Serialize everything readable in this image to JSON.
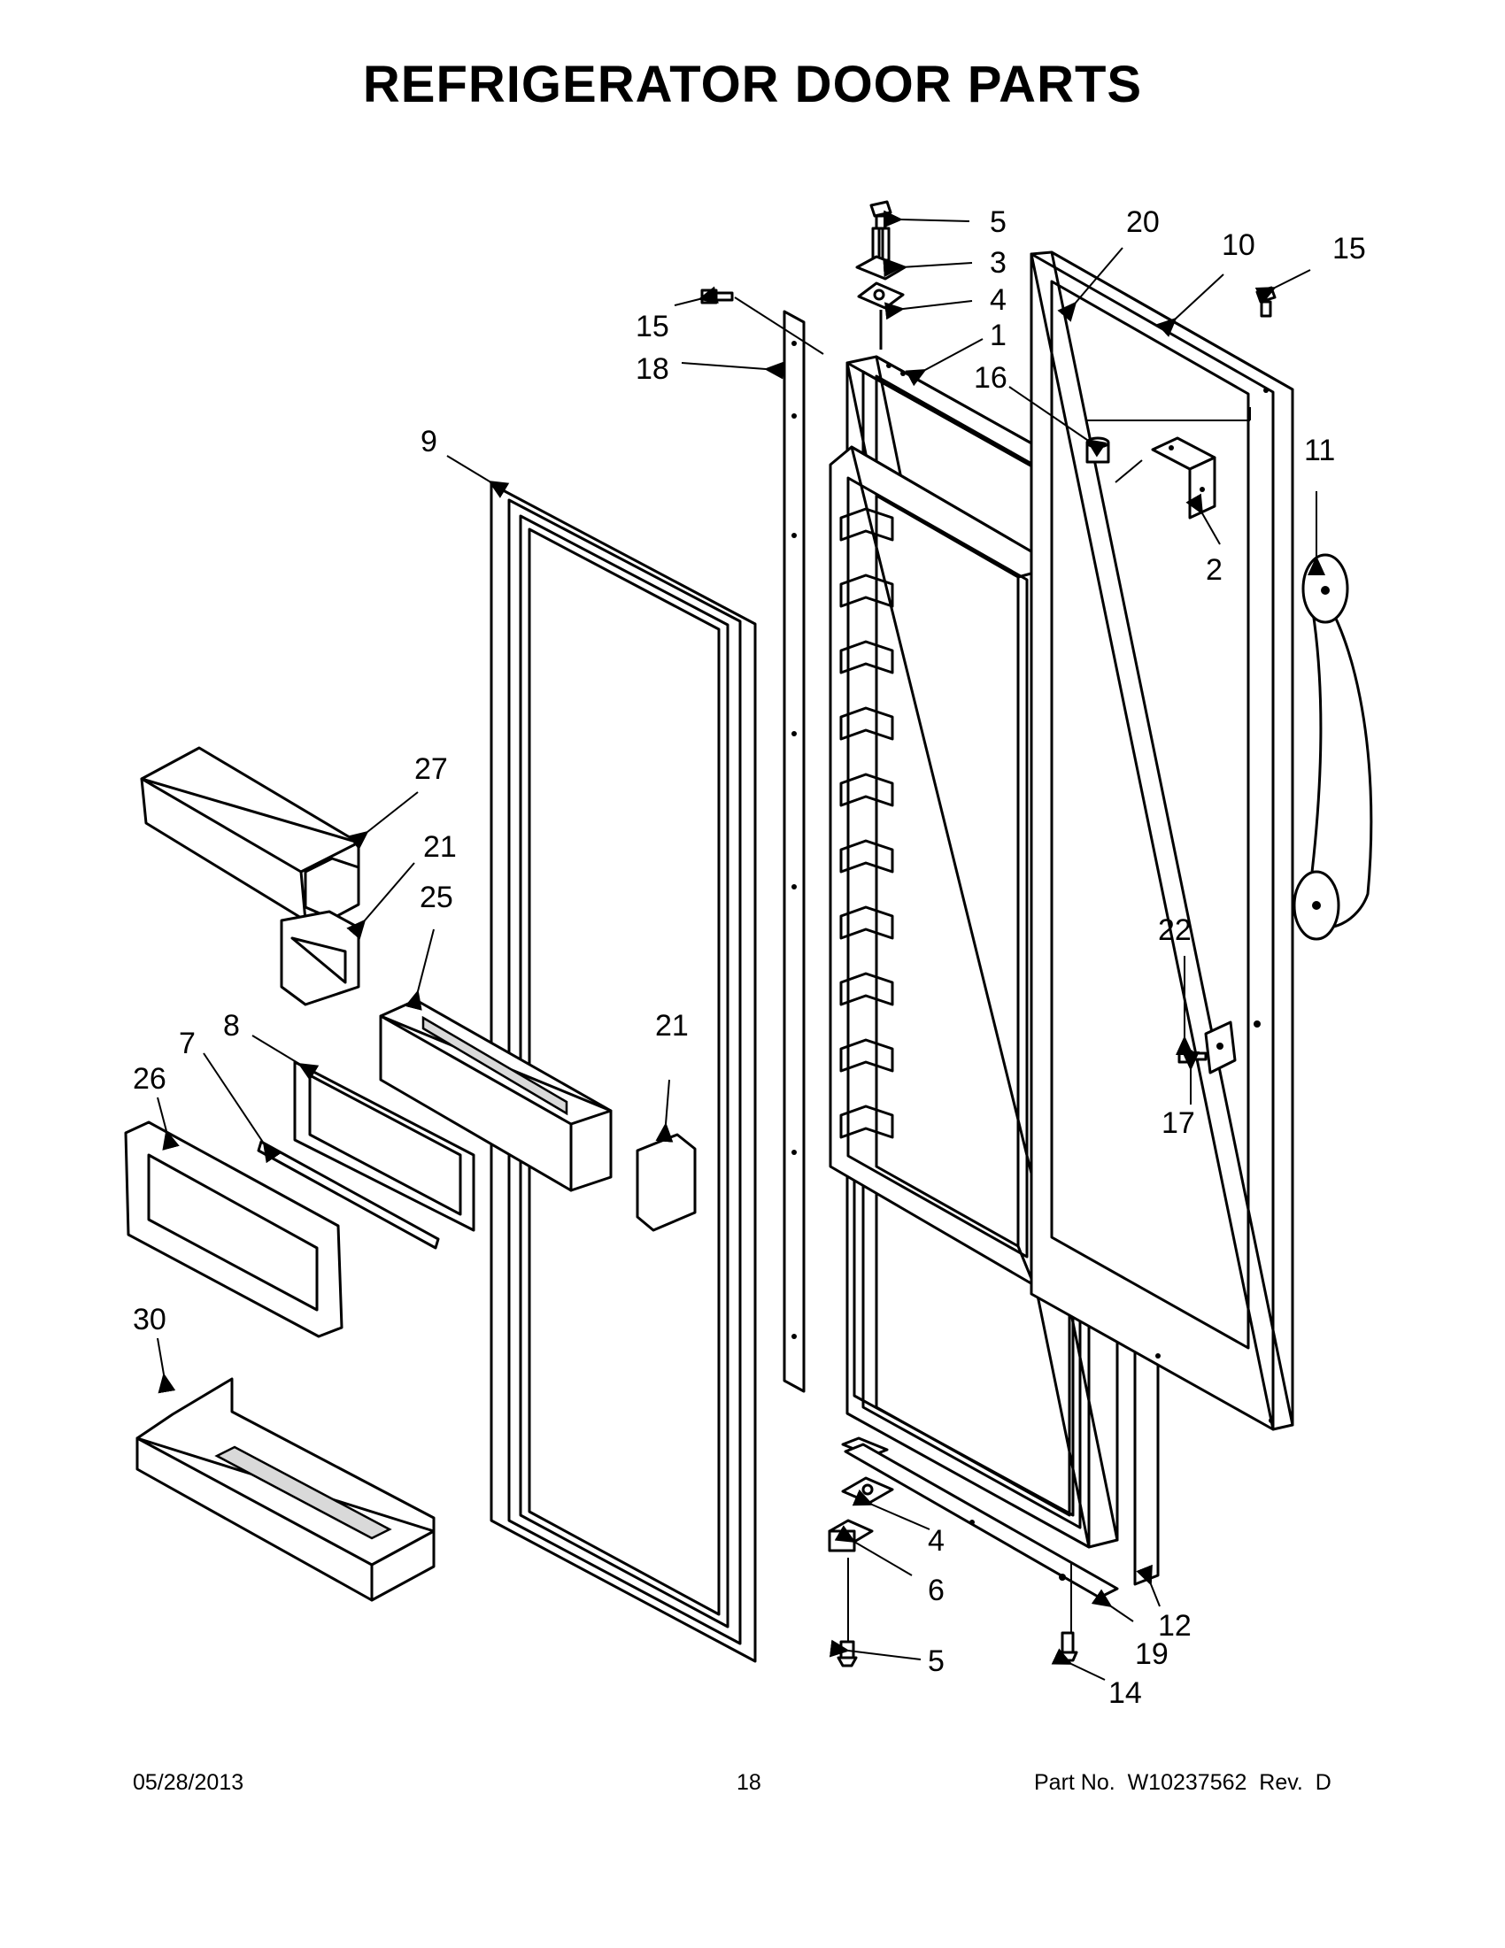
{
  "title": "REFRIGERATOR DOOR PARTS",
  "footer": {
    "date": "05/28/2013",
    "page": "18",
    "part_no": "Part No.  W10237562  Rev.  D"
  },
  "callouts": [
    "5",
    "3",
    "4",
    "1",
    "20",
    "10",
    "15",
    "15",
    "18",
    "16",
    "9",
    "11",
    "2",
    "27",
    "21",
    "25",
    "22",
    "8",
    "7",
    "26",
    "21",
    "17",
    "30",
    "4",
    "6",
    "5",
    "12",
    "19",
    "14"
  ]
}
